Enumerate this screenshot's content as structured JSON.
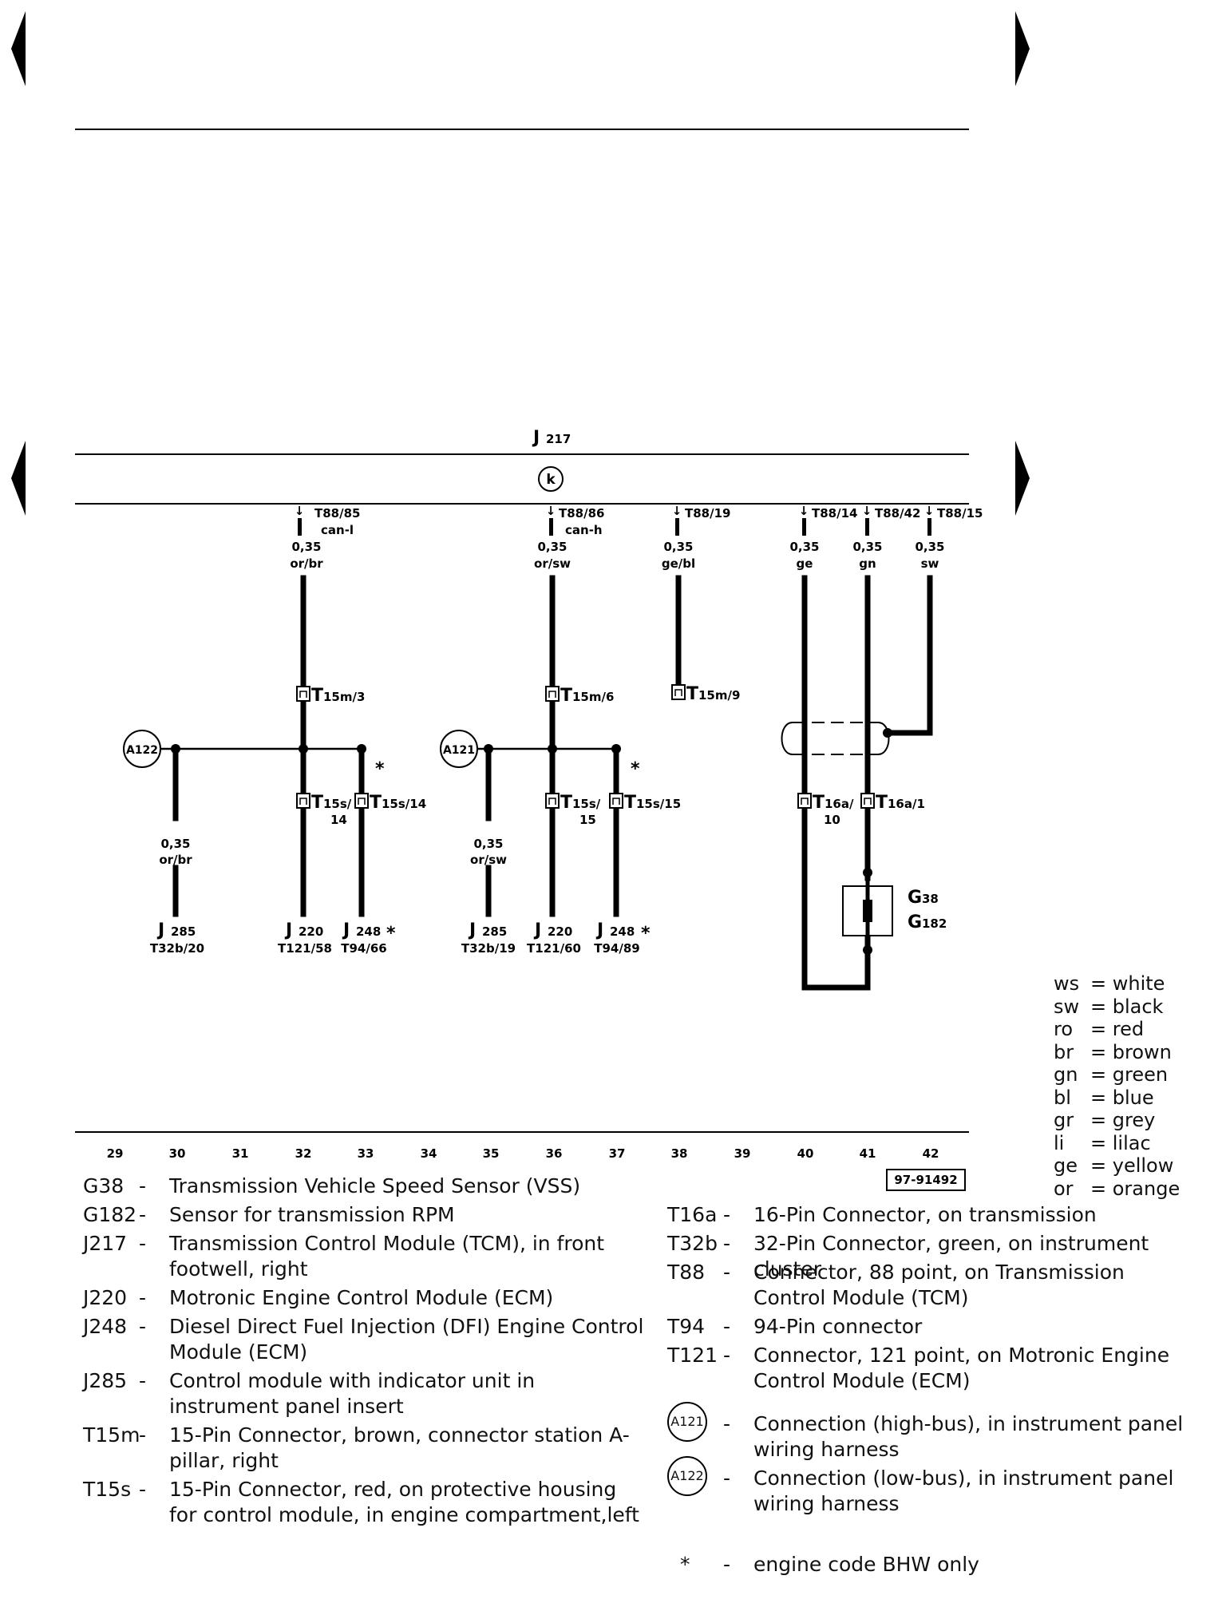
{
  "module": {
    "label": "J",
    "sub": "217",
    "symbol": "k"
  },
  "pins": [
    {
      "pin": "T88/85",
      "signal": "can-l",
      "size": "0,35",
      "color": "or/br"
    },
    {
      "pin": "T88/86",
      "signal": "can-h",
      "size": "0,35",
      "color": "or/sw"
    },
    {
      "pin": "T88/19",
      "signal": "",
      "size": "0,35",
      "color": "ge/bl"
    },
    {
      "pin": "T88/14",
      "signal": "",
      "size": "0,35",
      "color": "ge"
    },
    {
      "pin": "T88/42",
      "signal": "",
      "size": "0,35",
      "color": "gn"
    },
    {
      "pin": "T88/15",
      "signal": "",
      "size": "0,35",
      "color": "sw"
    }
  ],
  "connectors": {
    "t15m3": {
      "main": "T",
      "sub": "15m/3"
    },
    "t15m6": {
      "main": "T",
      "sub": "15m/6"
    },
    "t15m9": {
      "main": "T",
      "sub": "15m/9"
    },
    "t15s14a": {
      "main": "T",
      "sub": "15s/",
      "line2": "14"
    },
    "t15s14b": {
      "main": "T",
      "sub": "15s/14"
    },
    "t15s15a": {
      "main": "T",
      "sub": "15s/",
      "line2": "15"
    },
    "t15s15b": {
      "main": "T",
      "sub": "15s/15"
    },
    "t16a10": {
      "main": "T",
      "sub": "16a/",
      "line2": "10"
    },
    "t16a1": {
      "main": "T",
      "sub": "16a/1"
    }
  },
  "splices": {
    "a122": "A122",
    "a121": "A121"
  },
  "asterisk": "*",
  "branch_wires": [
    {
      "size": "0,35",
      "color": "or/br"
    },
    {
      "size": "0,35",
      "color": "or/sw"
    }
  ],
  "components": [
    {
      "label": "J",
      "sub": "285",
      "pin": "T32b/20"
    },
    {
      "label": "J",
      "sub": "220",
      "pin": "T121/58"
    },
    {
      "label": "J",
      "sub": "248",
      "pin": "T94/66"
    },
    {
      "label": "J",
      "sub": "285",
      "pin": "T32b/19"
    },
    {
      "label": "J",
      "sub": "220",
      "pin": "T121/60"
    },
    {
      "label": "J",
      "sub": "248",
      "pin": "T94/89"
    }
  ],
  "sensor": {
    "g38": {
      "main": "G",
      "sub": "38"
    },
    "g182": {
      "main": "G",
      "sub": "182"
    }
  },
  "columns": [
    "29",
    "30",
    "31",
    "32",
    "33",
    "34",
    "35",
    "36",
    "37",
    "38",
    "39",
    "40",
    "41",
    "42"
  ],
  "ref_number": "97-91492",
  "color_codes": [
    {
      "code": "ws",
      "name": "white"
    },
    {
      "code": "sw",
      "name": "black"
    },
    {
      "code": "ro",
      "name": "red"
    },
    {
      "code": "br",
      "name": "brown"
    },
    {
      "code": "gn",
      "name": "green"
    },
    {
      "code": "bl",
      "name": "blue"
    },
    {
      "code": "gr",
      "name": "grey"
    },
    {
      "code": "li",
      "name": "lilac"
    },
    {
      "code": "ge",
      "name": "yellow"
    },
    {
      "code": "or",
      "name": "orange"
    }
  ],
  "legend_left": [
    {
      "code": "G38",
      "desc": "Transmission Vehicle Speed Sensor (VSS)"
    },
    {
      "code": "G182",
      "desc": "Sensor for transmission RPM"
    },
    {
      "code": "J217",
      "desc": "Transmission Control Module (TCM), in front footwell, right"
    },
    {
      "code": "J220",
      "desc": "Motronic Engine Control Module (ECM)"
    },
    {
      "code": "J248",
      "desc": "Diesel Direct Fuel Injection (DFI) Engine Control Module (ECM)"
    },
    {
      "code": "J285",
      "desc": "Control module with indicator unit in instrument panel insert"
    },
    {
      "code": "T15m",
      "desc": "15-Pin Connector, brown, connector station A-pillar, right"
    },
    {
      "code": "T15s",
      "desc": "15-Pin Connector, red, on protective housing for control module, in engine compartment,left"
    }
  ],
  "legend_right": [
    {
      "code": "T16a",
      "desc": "16-Pin Connector, on transmission"
    },
    {
      "code": "T32b",
      "desc": "32-Pin Connector, green, on instrument cluster"
    },
    {
      "code": "T88",
      "desc": "Connector, 88 point, on Transmission Control Module (TCM)"
    },
    {
      "code": "T94",
      "desc": "94-Pin connector"
    },
    {
      "code": "T121",
      "desc": "Connector, 121 point, on Motronic Engine Control Module (ECM)"
    },
    {
      "code": "A121",
      "desc": "Connection (high-bus), in instrument panel wiring harness"
    },
    {
      "code": "A122",
      "desc": "Connection (low-bus), in instrument panel wiring harness"
    },
    {
      "code": "*",
      "desc": "engine code BHW only"
    }
  ]
}
